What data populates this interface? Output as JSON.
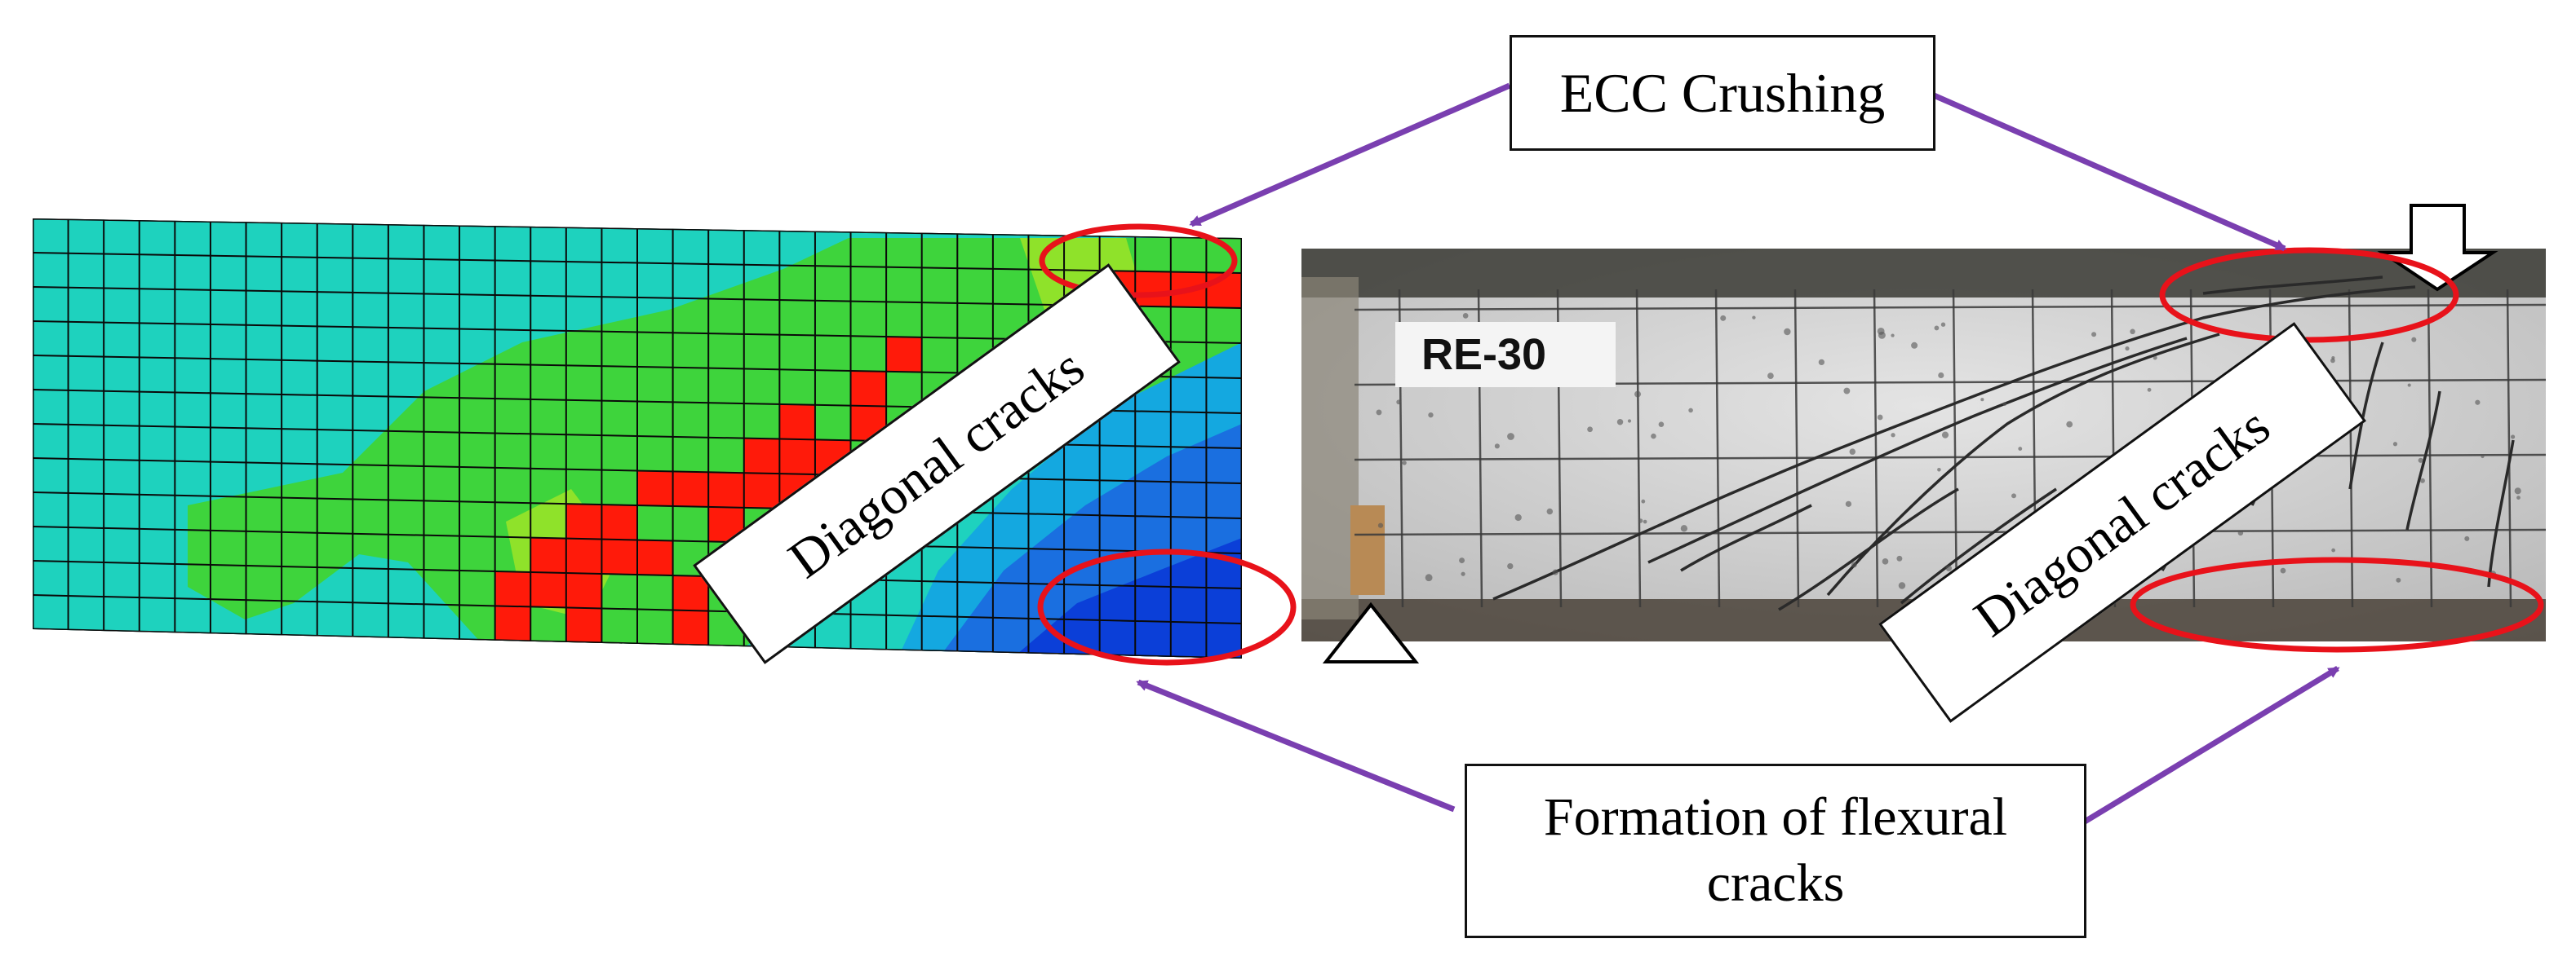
{
  "labels": {
    "ecc_crushing": "ECC Crushing",
    "diagonal_left": "Diagonal cracks",
    "diagonal_right": "Diagonal cracks",
    "flexural": "Formation of flexural cracks",
    "specimen": "RE-30"
  },
  "colors": {
    "mesh_base": "#1ed2be",
    "mesh_green": "#3ed43c",
    "mesh_yellowgreen": "#8fe22a",
    "mesh_blue_light": "#14a8e0",
    "mesh_blue": "#1a6fe0",
    "mesh_blue_dark": "#0b3fd8",
    "cracked_element": "#ff1a0a",
    "highlight_ellipse": "#e8121a",
    "arrow": "#7a3fb0",
    "photo_concrete": "#cfcfcf",
    "crack_line": "#2a2a2a"
  },
  "icons": {
    "support": "support-triangle-icon",
    "load": "load-arrow-icon"
  }
}
